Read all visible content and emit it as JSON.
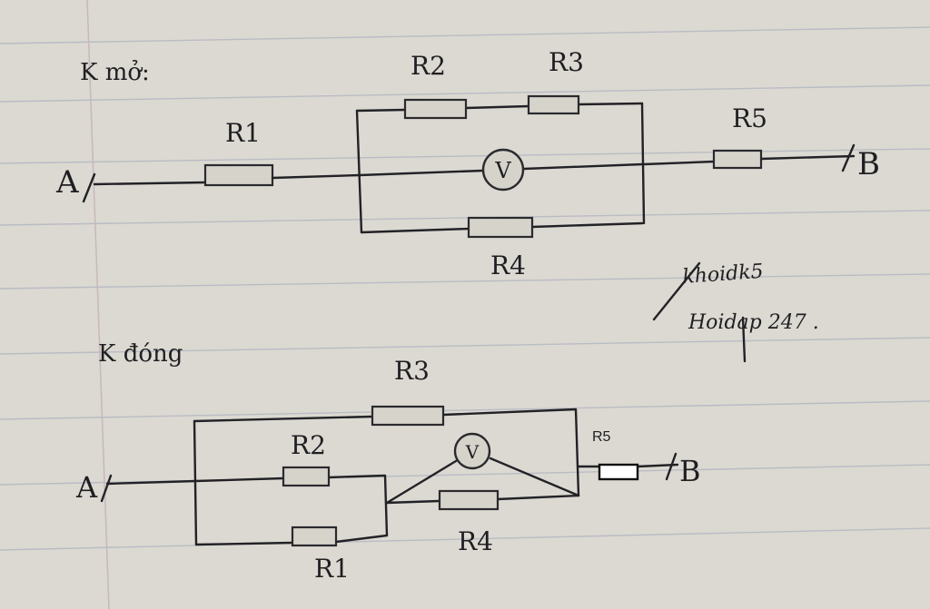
{
  "colors": {
    "paper": "#dcd9d2",
    "rule_line": "#b9bcc4",
    "margin_line": "#c8b9bd",
    "ink": "#1f1f22"
  },
  "circuit_open": {
    "heading": "K mở:",
    "node_a": "A",
    "node_b": "B",
    "r1": "R1",
    "r2": "R2",
    "r3": "R3",
    "r4": "R4",
    "r5": "R5",
    "voltmeter": "V"
  },
  "circuit_closed": {
    "heading": "K đóng",
    "node_a": "A",
    "node_b": "B",
    "r1": "R1",
    "r2": "R2",
    "r3": "R3",
    "r4": "R4",
    "r5": "R5",
    "voltmeter": "V"
  },
  "signature": {
    "line1": "khoidk5",
    "line2": "Hoidap 247 ."
  }
}
